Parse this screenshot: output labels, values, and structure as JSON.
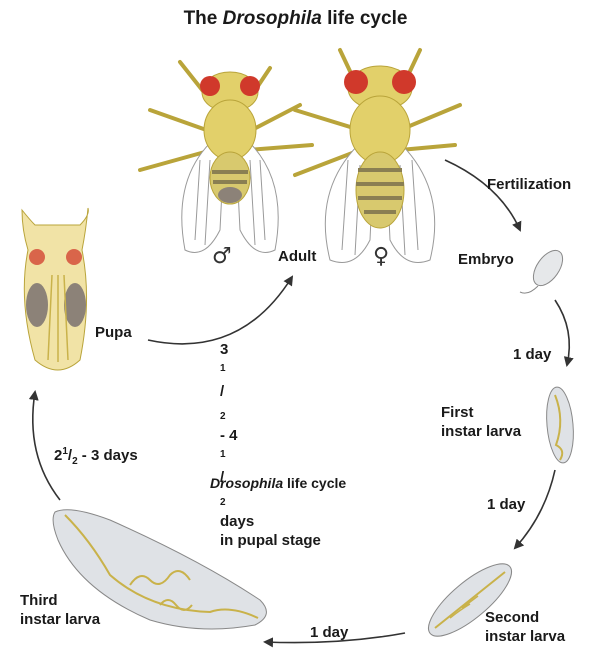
{
  "title": {
    "prefix": "The ",
    "italic": "Drosophila",
    "suffix": " life cycle"
  },
  "center": {
    "italic": "Drosophila",
    "suffix": " life cycle"
  },
  "adult": {
    "label": "Adult",
    "male_symbol": "♂",
    "female_symbol": "♀"
  },
  "labels": {
    "fertilization": "Fertilization",
    "embryo": "Embryo",
    "day1_a": "1 day",
    "first_instar_1": "First",
    "first_instar_2": "instar larva",
    "day1_b": "1 day",
    "second_instar_1": "Second",
    "second_instar_2": "instar larva",
    "day1_c": "1 day",
    "third_instar_1": "Third",
    "third_instar_2": "instar larva",
    "pupa": "Pupa"
  },
  "durations": {
    "larva_to_pupa": {
      "a": "2",
      "b": "1",
      "c": "/",
      "d": "2",
      "e": " - 3 days"
    },
    "pupal": {
      "a": "3",
      "b": "1",
      "c": "/",
      "d": "2",
      "e": " - 4",
      "f": "1",
      "g": "/",
      "h": "2",
      "i": " days",
      "line2": "in pupal stage"
    }
  },
  "colors": {
    "body": "#e2d06a",
    "body_dark": "#b9a43a",
    "eye": "#d0392b",
    "larva": "#dfe2e6",
    "pupa": "#f1e3a6",
    "arrow": "#333333"
  }
}
